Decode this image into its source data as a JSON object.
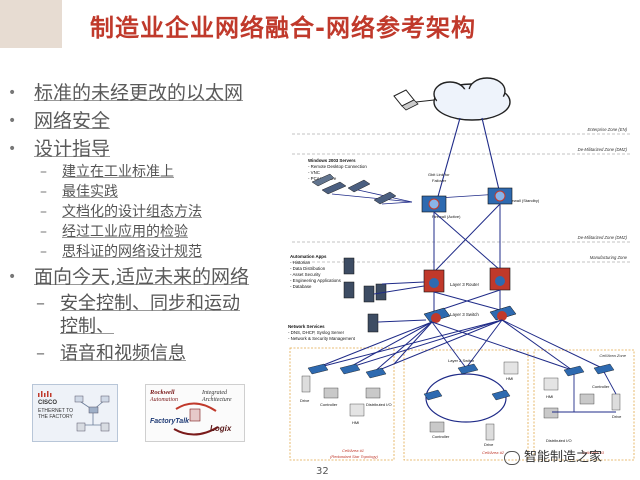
{
  "slide": {
    "title": "制造业企业网络融合-网络参考架构",
    "page_number": "32",
    "watermark": "智能制造之家"
  },
  "bullets": {
    "b1": "标准的未经更改的以太网",
    "b2": "网络安全",
    "b3": "设计指导",
    "b3_items": [
      "建立在工业标准上",
      "最佳实践",
      "文档化的设计组态方法",
      "经过工业应用的检验",
      "思科证的网络设计规范"
    ],
    "b4": "面向今天,适应未来的网络",
    "b4_item1_line1": "安全控制、同步和运动",
    "b4_item1_line2": "控制、",
    "b4_item2": "语音和视频信息"
  },
  "logos": {
    "cisco_name": "CISCO",
    "cisco_line1": "ETHERNET TO",
    "cisco_line2": "THE FACTORY",
    "ra_line1": "Rockwell",
    "ra_line2": "Automation",
    "ra_integrated": "Integrated",
    "ra_architecture": "Architecture",
    "ra_ft": "FactoryTalk",
    "ra_logix": "Logix"
  },
  "diagram": {
    "zone_enterprise": "Enterprise Zone (EN)",
    "zone_dmz1": "De-Militarized Zone (DMZ)",
    "zone_dmz2": "De-Militarized Zone (DMZ)",
    "zone_manufacturing": "Manufacturing Zone",
    "zone_cell": "Cell/Area Zone",
    "servers_title": "Windows 2003 Servers",
    "servers_l1": "- Remote Desktop Connection",
    "servers_l2": "- VNC",
    "servers_l3": "- PCAnywhere",
    "fw_active": "Firewall (Active)",
    "fw_standby": "Firewall (Standby)",
    "gig_label": "Gbit Link for",
    "failover_label": "Failover",
    "apps_title": "Automation Apps",
    "apps_l1": "- Historian",
    "apps_l2": "- Data Distribution",
    "apps_l3": "- Asset Security",
    "apps_l4": "- Engineering Applications",
    "apps_l5": "- Database",
    "l3_router": "Layer 3 Router",
    "l3_switch": "Layer 3 Switch",
    "ns_title": "Network Services",
    "ns_l1": "- DNS, DHCP, Syslog Server",
    "ns_l2": "- Network & Security Management",
    "l2_switch": "Layer 2 Switch",
    "hmi": "HMI",
    "drive": "Drive",
    "controller": "Controller",
    "dist_io": "Distributed I/O",
    "cell1": "Cell/Area #1",
    "cell1_sub": "(Redundant Star Topology)",
    "cell2": "Cell/Area #2",
    "cell3": "Cell/Area #3"
  }
}
